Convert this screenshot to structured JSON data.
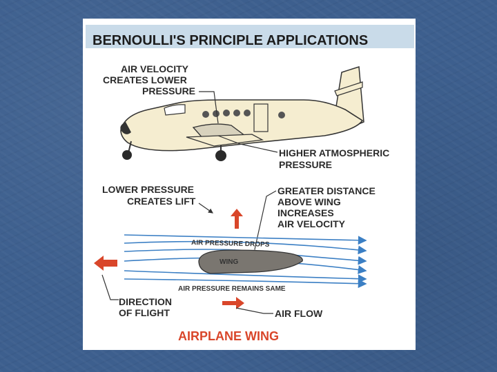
{
  "title": "BERNOULLI'S PRINCIPLE APPLICATIONS",
  "labels": {
    "air_velocity": [
      "AIR VELOCITY",
      "CREATES LOWER",
      "PRESSURE"
    ],
    "higher_pressure": [
      "HIGHER ATMOSPHERIC",
      "PRESSURE"
    ],
    "lower_pressure": [
      "LOWER PRESSURE",
      "CREATES LIFT"
    ],
    "greater_distance": [
      "GREATER DISTANCE",
      "ABOVE WING",
      "INCREASES",
      "AIR VELOCITY"
    ],
    "pressure_drops": "AIR PRESSURE DROPS",
    "wing": "WING",
    "pressure_same": "AIR PRESSURE REMAINS SAME",
    "direction": [
      "DIRECTION",
      "OF FLIGHT"
    ],
    "air_flow": "AIR FLOW",
    "airplane_wing": "AIRPLANE WING"
  },
  "colors": {
    "background": "#3d5f8e",
    "flow_lines": "#3b7fc4",
    "arrows": "#d9462a",
    "title_band": "#c9dbe9",
    "plane_body": "#f5edd0"
  }
}
